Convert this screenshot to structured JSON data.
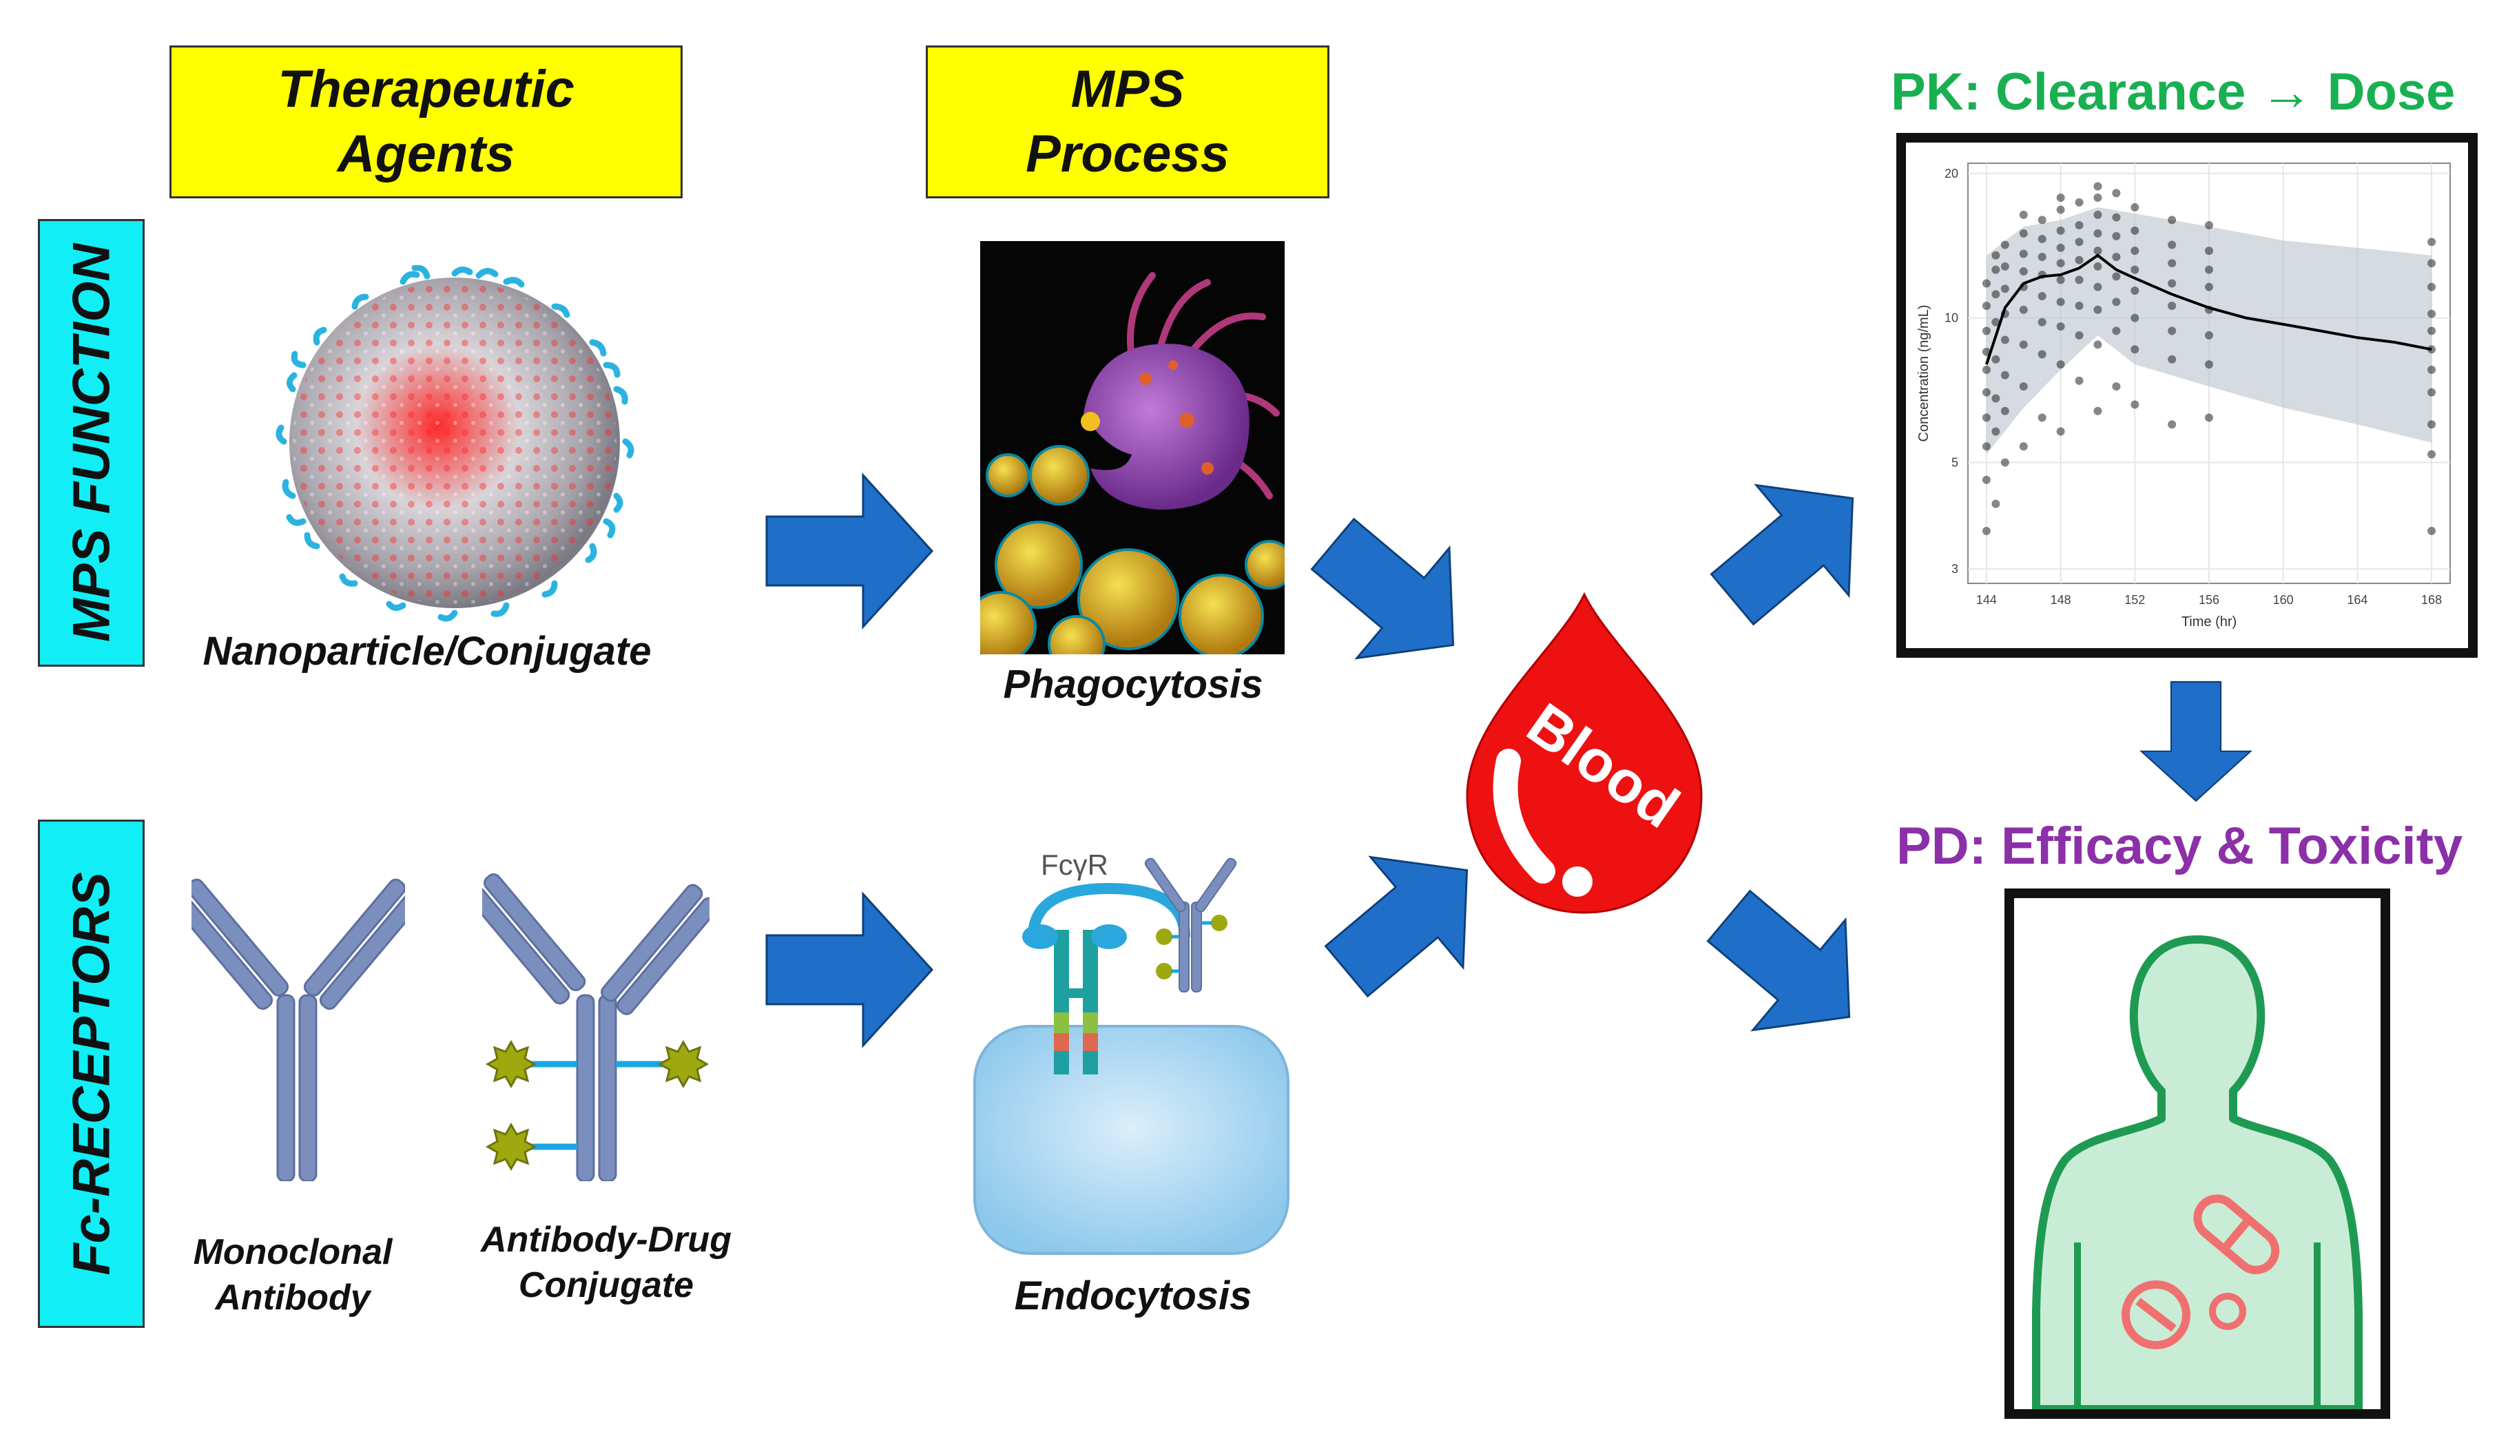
{
  "headers": {
    "therapeutic_agents": "Therapeutic Agents",
    "mps_process": "MPS Process",
    "pk": "PK: Clearance → Dose",
    "pd": "PD: Efficacy & Toxicity"
  },
  "row_labels": {
    "mps_function": "MPS FUNCTION",
    "fc_receptors": "Fc-RECEPTORS"
  },
  "captions": {
    "nanoparticle": "Nanoparticle/Conjugate",
    "phagocytosis": "Phagocytosis",
    "monoclonal_line1": "Monoclonal",
    "monoclonal_line2": "Antibody",
    "adc_line1": "Antibody-Drug",
    "adc_line2": "Conjugate",
    "endocytosis": "Endocytosis",
    "fcgr": "FcγR"
  },
  "blood_label": "Blood",
  "colors": {
    "arrow": "#1f6fc8",
    "yellow_box": "#ffff00",
    "cyan_box": "#11eef5",
    "blood": "#ee1111",
    "pk_header": "#19b052",
    "pd_header": "#8b30a8",
    "body_fill": "#c9ecd6",
    "body_outline": "#1f9a52",
    "pill": "#f07070"
  },
  "chart_data": {
    "type": "scatter",
    "xlabel": "Time (hr)",
    "ylabel": "Concentration (ng/mL)",
    "xlim": [
      143,
      169
    ],
    "ylim": [
      2.8,
      21
    ],
    "y_log_scale": true,
    "x_ticks": [
      "144",
      "148",
      "152",
      "156",
      "160",
      "164",
      "168"
    ],
    "y_ticks": [
      "3",
      "5",
      "10",
      "20"
    ],
    "grid": true,
    "median_line": {
      "x": [
        144,
        145,
        146,
        147,
        148,
        149,
        150,
        151,
        152,
        154,
        156,
        158,
        160,
        162,
        164,
        166,
        168
      ],
      "y": [
        8.0,
        10.5,
        11.8,
        12.2,
        12.3,
        12.7,
        13.5,
        12.6,
        12.1,
        11.2,
        10.5,
        10.0,
        9.7,
        9.4,
        9.1,
        8.9,
        8.6
      ]
    },
    "prediction_interval": {
      "x": [
        144,
        146,
        148,
        150,
        152,
        156,
        160,
        164,
        168
      ],
      "upper": [
        13.5,
        15.5,
        16.0,
        17.0,
        16.5,
        15.5,
        14.5,
        14.0,
        13.5
      ],
      "lower": [
        5.2,
        6.5,
        7.8,
        9.2,
        8.0,
        7.2,
        6.5,
        6.0,
        5.5
      ]
    },
    "points": [
      [
        144,
        3.6
      ],
      [
        144,
        4.6
      ],
      [
        144,
        5.4
      ],
      [
        144,
        6.2
      ],
      [
        144,
        7.0
      ],
      [
        144,
        7.8
      ],
      [
        144,
        8.5
      ],
      [
        144,
        9.4
      ],
      [
        144,
        10.6
      ],
      [
        144,
        11.8
      ],
      [
        144.5,
        4.1
      ],
      [
        144.5,
        5.8
      ],
      [
        144.5,
        6.8
      ],
      [
        144.5,
        8.2
      ],
      [
        144.5,
        9.8
      ],
      [
        144.5,
        11.2
      ],
      [
        144.5,
        12.6
      ],
      [
        144.5,
        13.5
      ],
      [
        145,
        5.0
      ],
      [
        145,
        6.4
      ],
      [
        145,
        7.6
      ],
      [
        145,
        9.0
      ],
      [
        145,
        10.2
      ],
      [
        145,
        11.5
      ],
      [
        145,
        12.8
      ],
      [
        145,
        14.2
      ],
      [
        146,
        5.4
      ],
      [
        146,
        7.2
      ],
      [
        146,
        8.8
      ],
      [
        146,
        10.4
      ],
      [
        146,
        11.6
      ],
      [
        146,
        12.5
      ],
      [
        146,
        13.6
      ],
      [
        146,
        15.0
      ],
      [
        146,
        16.4
      ],
      [
        147,
        6.2
      ],
      [
        147,
        8.4
      ],
      [
        147,
        9.8
      ],
      [
        147,
        11.1
      ],
      [
        147,
        12.3
      ],
      [
        147,
        13.4
      ],
      [
        147,
        14.6
      ],
      [
        147,
        16.0
      ],
      [
        148,
        5.8
      ],
      [
        148,
        8.0
      ],
      [
        148,
        9.6
      ],
      [
        148,
        10.8
      ],
      [
        148,
        12.0
      ],
      [
        148,
        13.0
      ],
      [
        148,
        14.0
      ],
      [
        148,
        15.2
      ],
      [
        148,
        16.8
      ],
      [
        148,
        17.8
      ],
      [
        149,
        7.4
      ],
      [
        149,
        9.2
      ],
      [
        149,
        10.6
      ],
      [
        149,
        12.0
      ],
      [
        149,
        13.2
      ],
      [
        149,
        14.4
      ],
      [
        149,
        15.6
      ],
      [
        149,
        17.4
      ],
      [
        150,
        6.4
      ],
      [
        150,
        8.8
      ],
      [
        150,
        10.4
      ],
      [
        150,
        11.6
      ],
      [
        150,
        12.8
      ],
      [
        150,
        13.8
      ],
      [
        150,
        15.0
      ],
      [
        150,
        16.4
      ],
      [
        150,
        17.8
      ],
      [
        150,
        18.8
      ],
      [
        151,
        7.2
      ],
      [
        151,
        9.4
      ],
      [
        151,
        10.8
      ],
      [
        151,
        12.2
      ],
      [
        151,
        13.4
      ],
      [
        151,
        14.8
      ],
      [
        151,
        16.2
      ],
      [
        151,
        18.2
      ],
      [
        152,
        6.6
      ],
      [
        152,
        8.6
      ],
      [
        152,
        10.0
      ],
      [
        152,
        11.4
      ],
      [
        152,
        12.6
      ],
      [
        152,
        13.8
      ],
      [
        152,
        15.2
      ],
      [
        152,
        17.0
      ],
      [
        154,
        6.0
      ],
      [
        154,
        8.2
      ],
      [
        154,
        9.4
      ],
      [
        154,
        10.6
      ],
      [
        154,
        11.8
      ],
      [
        154,
        13.0
      ],
      [
        154,
        14.2
      ],
      [
        154,
        16.0
      ],
      [
        156,
        6.2
      ],
      [
        156,
        8.0
      ],
      [
        156,
        9.2
      ],
      [
        156,
        10.4
      ],
      [
        156,
        11.6
      ],
      [
        156,
        12.6
      ],
      [
        156,
        13.8
      ],
      [
        156,
        15.6
      ],
      [
        168,
        3.6
      ],
      [
        168,
        5.2
      ],
      [
        168,
        6.0
      ],
      [
        168,
        7.0
      ],
      [
        168,
        7.8
      ],
      [
        168,
        8.6
      ],
      [
        168,
        9.4
      ],
      [
        168,
        10.2
      ],
      [
        168,
        11.6
      ],
      [
        168,
        13.0
      ],
      [
        168,
        14.4
      ]
    ]
  }
}
